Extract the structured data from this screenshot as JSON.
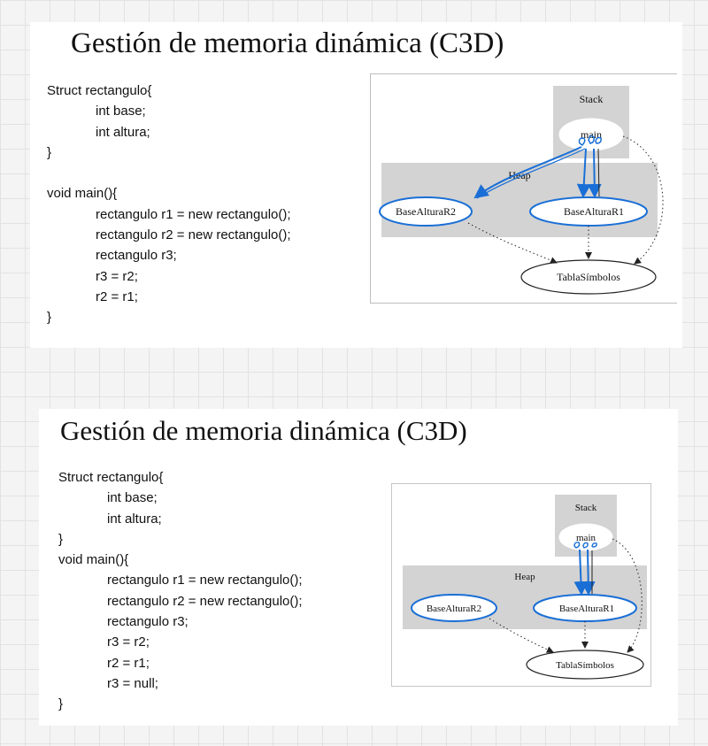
{
  "slide1": {
    "title": "Gestión de memoria dinámica (C3D)",
    "code": [
      {
        "text": "Struct rectangulo{",
        "indent": false
      },
      {
        "text": "int base;",
        "indent": true
      },
      {
        "text": "int altura;",
        "indent": true
      },
      {
        "text": "}",
        "indent": false
      },
      {
        "text": "",
        "indent": false
      },
      {
        "text": "void main(){",
        "indent": false
      },
      {
        "text": "rectangulo r1 = new rectangulo();",
        "indent": true
      },
      {
        "text": "rectangulo r2 = new rectangulo();",
        "indent": true
      },
      {
        "text": "rectangulo r3;",
        "indent": true
      },
      {
        "text": "r3 = r2;",
        "indent": true
      },
      {
        "text": "r2 = r1;",
        "indent": true
      },
      {
        "text": "}",
        "indent": false
      }
    ],
    "diagram": {
      "stack_label": "Stack",
      "heap_label": "Heap",
      "main_label": "main",
      "node_r2": "BaseAlturaR2",
      "node_r1": "BaseAlturaR1",
      "table_label": "TablaSímbolos"
    }
  },
  "slide2": {
    "title": "Gestión de memoria dinámica (C3D)",
    "code": [
      {
        "text": "Struct rectangulo{",
        "indent": false
      },
      {
        "text": "int base;",
        "indent": true
      },
      {
        "text": "int altura;",
        "indent": true
      },
      {
        "text": "}",
        "indent": false
      },
      {
        "text": "void main(){",
        "indent": false
      },
      {
        "text": "rectangulo r1 = new rectangulo();",
        "indent": true
      },
      {
        "text": "rectangulo r2 = new rectangulo();",
        "indent": true
      },
      {
        "text": "rectangulo r3;",
        "indent": true
      },
      {
        "text": "r3 = r2;",
        "indent": true
      },
      {
        "text": "r2 = r1;",
        "indent": true
      },
      {
        "text": "r3 = null;",
        "indent": true
      },
      {
        "text": "}",
        "indent": false
      }
    ],
    "diagram": {
      "stack_label": "Stack",
      "heap_label": "Heap",
      "main_label": "main",
      "node_r2": "BaseAlturaR2",
      "node_r1": "BaseAlturaR1",
      "table_label": "TablaSímbolos"
    }
  },
  "colors": {
    "cluster_fill": "#d3d3d3",
    "annotation_blue": "#1a6fd6",
    "edge": "#222222"
  }
}
